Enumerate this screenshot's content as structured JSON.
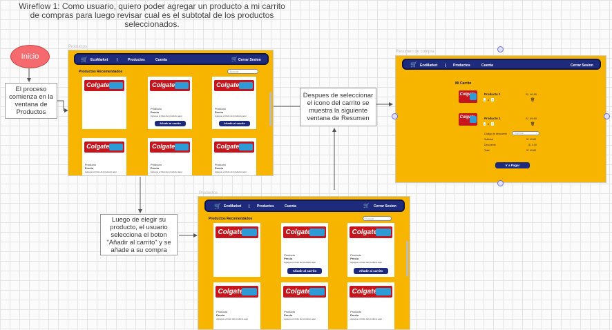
{
  "title": "Wireflow 1: Como usuario, quiero poder agregar un producto a mi carrito de compras para luego revisar cual es el subtotal de los productos seleccionados.",
  "start": "Inicio",
  "notes": {
    "n1": "El proceso comienza en la ventana de Productos",
    "n2": "Luego de elegir su producto, el usuario selecciona el boton \"Añadir al carrito\" y se añade a su compra",
    "n3": "Despues de seleccionar el icono del carrito se muestra la siguiente ventana de Resumen"
  },
  "frames": {
    "products_caption": "Productos",
    "summary_caption": "Resumen de compra"
  },
  "nav": {
    "brand": "EcoMarket",
    "sep": "|",
    "productos": "Productos",
    "cuenta": "Cuenta",
    "logout": "Cerrar Sesion"
  },
  "products": {
    "heading": "Productos Recomendados",
    "search_placeholder": "Buscar",
    "brand_img": "Colgate",
    "name": "Producto",
    "price": "Precio",
    "desc": "Agregue el título del producto aquí",
    "add_button": "Añadir al carrito"
  },
  "cart": {
    "heading": "Mi Carrito",
    "items": [
      {
        "name": "Producto 1",
        "price": "S/. 49.90",
        "qty": "1"
      },
      {
        "name": "Producto 1",
        "price": "S/. 49.90",
        "qty": "1"
      }
    ],
    "coupon_label": "Código de descuento",
    "coupon_placeholder": "Ingresar",
    "subtotal_label": "Subtotal",
    "subtotal": "S/. 99.80",
    "discount_label": "Descuento",
    "discount": "S/. 0.00",
    "total_label": "Total",
    "total": "S/. 99.80",
    "pay_button": "Ir a Pagar"
  },
  "colors": {
    "frame": "#f7b500",
    "nav": "#1e2a7c",
    "start": "#f46a6e",
    "product": "#c4161c"
  }
}
